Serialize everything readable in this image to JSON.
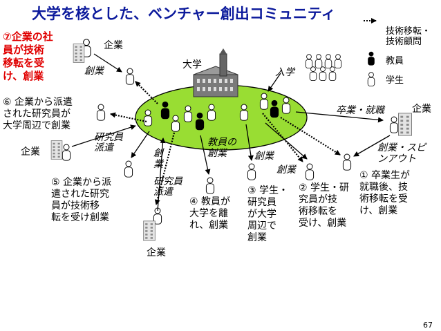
{
  "title": "大学を核とした、ベンチャー創出コミュニティ",
  "legend": {
    "tech_transfer": "技術移転・\n技術顧問",
    "faculty": "教員",
    "student": "学生"
  },
  "center_labels": {
    "university": "大学",
    "enrollment": "入学",
    "faculty_startup": "教員の\n創業"
  },
  "company_label": "企業",
  "arrow_labels": {
    "startup_top_left": "創業",
    "researcher_dispatch_left": "研究員\n派遣",
    "startup_vertical": "創\n業",
    "researcher_dispatch_bottom": "研究員\n派遣",
    "startup_3": "創業",
    "startup_2": "創業",
    "graduation_employment": "卒業・就職",
    "startup_spinout": "創業・スピ\nンアウト"
  },
  "cases": {
    "case7": "⑦企業の社\n員が技術\n移転を受\nけ、創業",
    "case6": "⑥ 企業から派遣\nされた研究員が\n大学周辺で創業",
    "case5": "⑤ 企業から派\n遣された研究\n員が技術移\n転を受け創業",
    "case4": "④ 教員が\n大学を離\nれ、創業",
    "case3": "③ 学生・\n研究員\nが大学\n周辺で\n創業",
    "case2": "② 学生・研\n究員が技\n術移転を\n受け、創業",
    "case1": "① 卒業生が\n就職後、技\n術移転を受\nけ、創業"
  },
  "page_number": "67",
  "colors": {
    "title": "#0c1a9c",
    "ellipse_fill": "#99dd33",
    "red_text": "#e00000"
  }
}
